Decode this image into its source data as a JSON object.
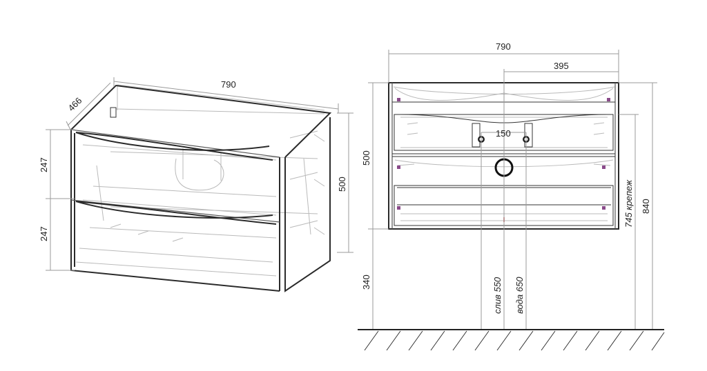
{
  "iso_view": {
    "width_label": "790",
    "depth_label": "466",
    "height_label": "500",
    "drawer_top_label": "247",
    "drawer_bottom_label": "247"
  },
  "front_view": {
    "width_label": "790",
    "half_width_label": "395",
    "hole_spacing_label": "150",
    "height_label": "500",
    "floor_gap_label": "340",
    "total_height_label": "840",
    "drain_label": "слив 550",
    "water_label": "вода 650",
    "mount_label": "745 крепеж"
  },
  "colors": {
    "line": "#2a2a2a",
    "ghost": "#b9b9b9",
    "screw_mark": "#8a4a8a",
    "red_tick": "#cc3333"
  }
}
